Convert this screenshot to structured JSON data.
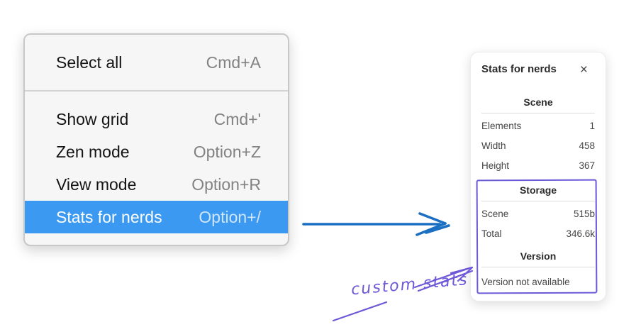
{
  "colors": {
    "menu_highlight": "#3b99f2",
    "menu_bg": "#f6f6f6",
    "arrow_blue": "#1b6fc2",
    "annotation_purple": "#6f58d8"
  },
  "context_menu": {
    "items": [
      {
        "label": "Select all",
        "shortcut": "Cmd+A",
        "highlighted": false
      },
      {
        "label": "Show grid",
        "shortcut": "Cmd+'",
        "highlighted": false
      },
      {
        "label": "Zen mode",
        "shortcut": "Option+Z",
        "highlighted": false
      },
      {
        "label": "View mode",
        "shortcut": "Option+R",
        "highlighted": false
      },
      {
        "label": "Stats for nerds",
        "shortcut": "Option+/",
        "highlighted": true
      }
    ]
  },
  "stats_panel": {
    "title": "Stats for nerds",
    "close_icon": "×",
    "scene_section": {
      "heading": "Scene",
      "rows": [
        {
          "label": "Elements",
          "value": "1"
        },
        {
          "label": "Width",
          "value": "458"
        },
        {
          "label": "Height",
          "value": "367"
        }
      ]
    },
    "storage_section": {
      "heading": "Storage",
      "rows": [
        {
          "label": "Scene",
          "value": "515b"
        },
        {
          "label": "Total",
          "value": "346.6k"
        }
      ]
    },
    "version_section": {
      "heading": "Version",
      "note": "Version not available"
    }
  },
  "annotation": {
    "label": "custom stats"
  }
}
